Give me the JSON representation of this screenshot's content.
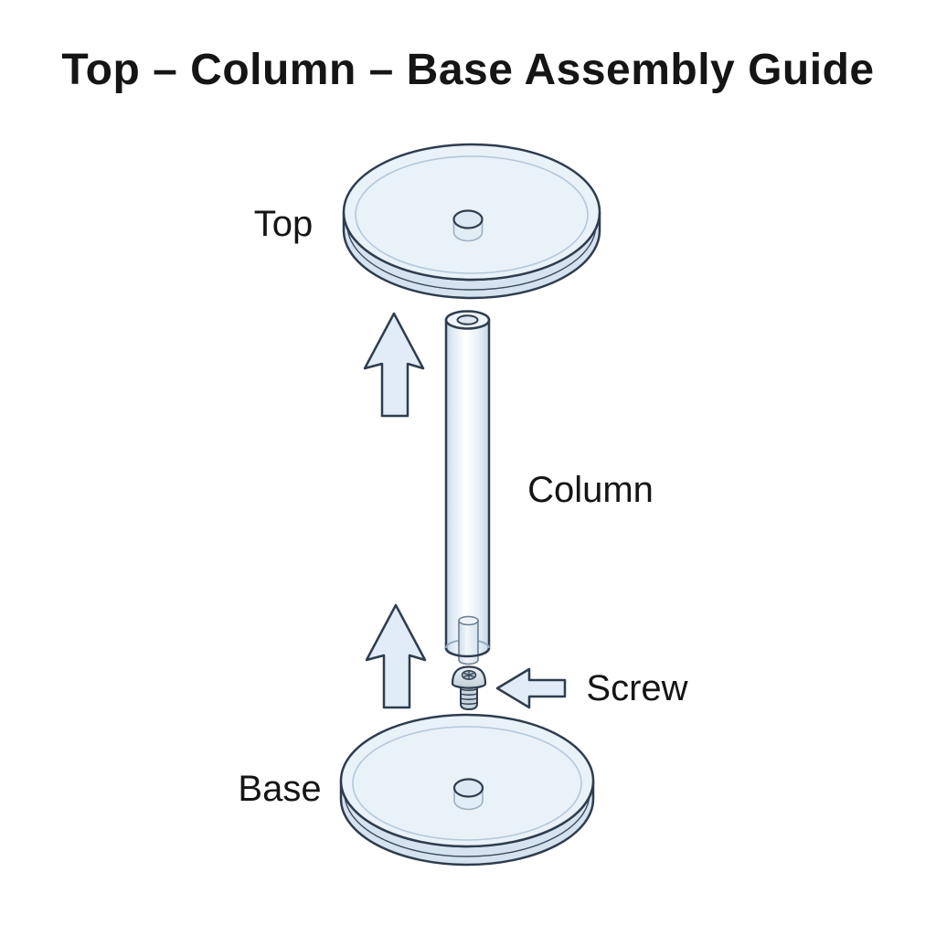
{
  "title": "Top – Column – Base Assembly Guide",
  "labels": {
    "top": "Top",
    "column": "Column",
    "screw": "Screw",
    "base": "Base"
  },
  "colors": {
    "outline": "#2e3d4e",
    "disc_top_fill": "#e9f1f9",
    "disc_side_fill": "#d5e3f0",
    "arrow_fill": "#e1ecf8",
    "column_highlight": "#ffffff",
    "screw_fill": "#c7d3dd",
    "text": "#151515",
    "background": "#ffffff"
  }
}
